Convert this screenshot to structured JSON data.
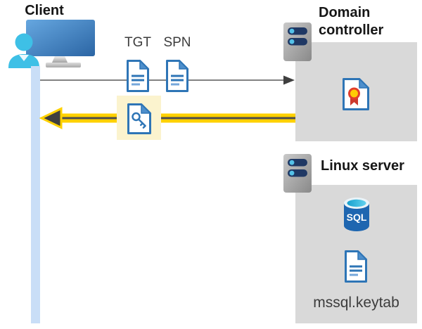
{
  "diagram": {
    "client": {
      "label": "Client",
      "icon": "user-monitor-icon"
    },
    "request": {
      "tgt_label": "TGT",
      "spn_label": "SPN",
      "ticket_icon": "document-icon",
      "session_key_icon": "document-key-icon"
    },
    "domain_controller": {
      "label": "Domain controller",
      "icon": "server-tower-icon",
      "content_icon": "certificate-icon"
    },
    "linux_server": {
      "label": "Linux server",
      "icon": "server-tower-icon",
      "sql_badge": "SQL",
      "database_icon": "sql-database-icon",
      "keytab_file": "mssql.keytab",
      "keytab_icon": "document-icon"
    },
    "colors": {
      "doc_blue": "#2E75B6",
      "doc_fold_blue": "#4E8FCC",
      "arrow_gray": "#595959",
      "arrow_yellow": "#FFD100",
      "arrow_dark": "#3F3F3F",
      "highlight_yellow": "#FBF3CE",
      "panel_gray": "#D9D9D9",
      "client_bar_blue": "#C9DEF7",
      "person_cyan": "#3EC0E6",
      "slot_navy": "#1F3864",
      "slot_dot_cyan": "#54C2E9",
      "sql_blue": "#1E66B0",
      "seal_yellow": "#FFCB05",
      "seal_red": "#E23E2B",
      "ribbon_red": "#CE3A2E"
    }
  }
}
